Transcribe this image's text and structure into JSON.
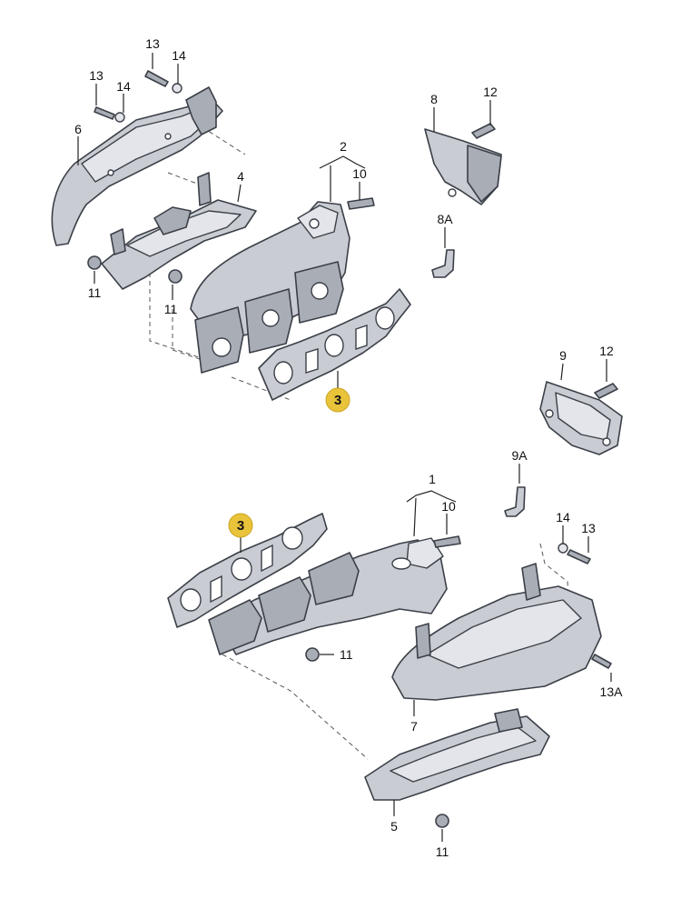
{
  "callouts": {
    "c13_top": "13",
    "c14_top": "14",
    "c13_left": "13",
    "c14_left": "14",
    "c6": "6",
    "c4": "4",
    "c2": "2",
    "c10_top": "10",
    "c8": "8",
    "c12_top": "12",
    "c8A": "8A",
    "c11_a": "11",
    "c11_b": "11",
    "c3_top": "3",
    "c9": "9",
    "c12_mid": "12",
    "c9A": "9A",
    "c1": "1",
    "c10_bot": "10",
    "c3_bot": "3",
    "c14_right": "14",
    "c13_right": "13",
    "c11_c": "11",
    "c13A": "13A",
    "c7": "7",
    "c5": "5",
    "c11_d": "11"
  },
  "colors": {
    "highlight": "#e9c33a",
    "part": "#c9ccd3",
    "outline": "#3b3f47"
  }
}
